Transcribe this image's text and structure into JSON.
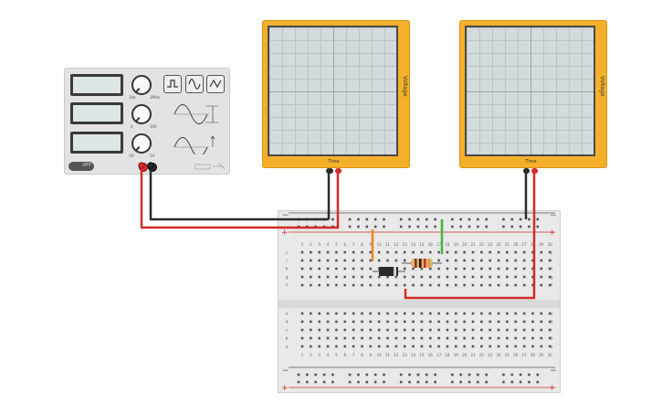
{
  "function_generator": {
    "power_label": "OFF",
    "knob_labels": {
      "k1_min": "1Hz",
      "k1_max": "1MHz",
      "k2_min": "0",
      "k2_max": "10V",
      "k3_min": "-5V",
      "k3_max": "5V"
    },
    "wave_buttons": [
      "square-wave-icon",
      "sine-wave-icon",
      "triangle-wave-icon"
    ]
  },
  "oscilloscopes": [
    {
      "y_label": "Voltage",
      "x_label": "Time"
    },
    {
      "y_label": "Voltage",
      "x_label": "Time"
    }
  ],
  "breadboard": {
    "column_numbers": [
      "1",
      "2",
      "3",
      "4",
      "5",
      "6",
      "7",
      "8",
      "9",
      "10",
      "11",
      "12",
      "13",
      "14",
      "15",
      "16",
      "17",
      "18",
      "19",
      "20",
      "21",
      "22",
      "23",
      "24",
      "25",
      "26",
      "27",
      "28",
      "29",
      "30"
    ],
    "top_rows": [
      "j",
      "i",
      "h",
      "g",
      "f"
    ],
    "bottom_rows": [
      "e",
      "d",
      "c",
      "b",
      "a"
    ],
    "rail_minus": "−",
    "rail_plus": "+"
  },
  "components": {
    "resistor": "resistor-icon",
    "diode": "diode-icon"
  },
  "colors": {
    "wire_red": "#d22b2b",
    "wire_black": "#2b2b2b",
    "wire_green": "#41b53d",
    "wire_orange": "#e8891a",
    "scope_body": "#f4b02a"
  }
}
